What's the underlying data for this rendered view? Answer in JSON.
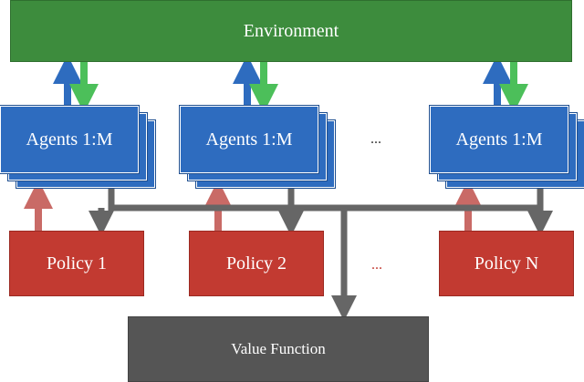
{
  "environment": {
    "label": "Environment"
  },
  "agents": [
    {
      "label": "Agents 1:M"
    },
    {
      "label": "Agents 1:M"
    },
    {
      "label": "Agents 1:M"
    }
  ],
  "agents_ellipsis": "...",
  "policies": [
    {
      "label": "Policy 1"
    },
    {
      "label": "Policy 2"
    },
    {
      "label": "Policy N"
    }
  ],
  "policies_ellipsis": "...",
  "value_function": {
    "label": "Value Function"
  },
  "colors": {
    "environment": "#3d8c3d",
    "agents": "#2e6cbf",
    "policy": "#c23a31",
    "value_function": "#555555",
    "arrow_up": "#2e6cbf",
    "arrow_down": "#4cbf5a",
    "arrow_policy": "#c96a66",
    "connector": "#666666"
  }
}
